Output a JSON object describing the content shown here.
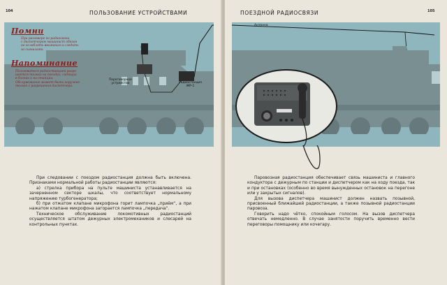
{
  "left_page": {
    "page_number": "104",
    "header": "ПОЛЬЗОВАНИЕ УСТРОЙСТВАМИ",
    "remember_box": {
      "title": "Помни",
      "lines": [
        "При разговоре по радиосвязи",
        "с диспетчером машинист обязан",
        "не ослаблять внимания и следить",
        "за сигналами."
      ]
    },
    "reminder_box": {
      "title": "Напоминание",
      "lines": [
        "Пользоваться радиостанцией разре-",
        "шается только на поездах, сидящих",
        "в блоках и на станции.",
        "Обслуживание может быть поручено",
        "только с разрешения диспетчера."
      ]
    },
    "labels": {
      "device": [
        "Переговорное",
        "устройство"
      ],
      "radio": [
        "Радиостанция",
        "ЖР-1"
      ]
    },
    "paragraphs": [
      "При следовании с поездом радиостанция должна быть включена. Признаками нормальной работы радиостанции являются:",
      "а) стрелка прибора на пульте машиниста устанавливается на зачерненном секторе шкалы, что соответствует нормальному напряжению турбогенератора;",
      "б) при отжатом клапане микрофона горит лампочка „приём“, а при нажатом клапане микрофона загорается лампочка „передача“.",
      "Техническое обслуживание локомотивных радиостанций осуществляется штатом дежурных электромехаников и слесарей на контрольных пунктах."
    ]
  },
  "right_page": {
    "page_number": "105",
    "header": "ПОЕЗДНОЙ РАДИОСВЯЗИ",
    "labels": {
      "antenna": "Антенна"
    },
    "paragraphs": [
      "Паровозная радиостанция обеспечивает связь машиниста и главного кондуктора с дежурным по станции и диспетчером как на ходу поезда, так и при остановках (особенно во время вынужденных остановок на перегоне или у закрытых сигналов).",
      "Для вызова диспетчера машинист должен назвать позывной, присвоенный ближайшей радиостанции, а также позывной радиостанции паровоза.",
      "Говорить надо чётко, спокойным голосом. На вызов диспетчера отвечать немедленно. В случае занятости поручить временно вести переговоры помощнику или кочегару."
    ]
  },
  "colors": {
    "panel": "#8fb6bc",
    "locomotive_silhouette": "#7a8f92",
    "note_text": "#8a1c1c",
    "page": "#ebe6db"
  }
}
